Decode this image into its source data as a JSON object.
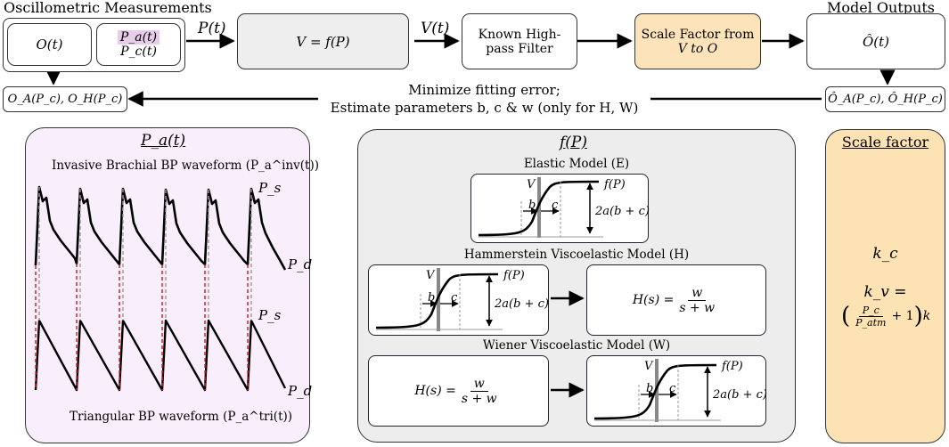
{
  "colors": {
    "scale_factor_fill": "#fde3ba",
    "fP_box_fill": "#eeeeee",
    "fP_panel_fill": "#ededed",
    "pa_panel_fill": "#f9eefb",
    "scale_panel_fill": "#fde2b3",
    "pa_highlight": "#e8cdea",
    "dashed_red": "#dd2222",
    "dashed_gray": "#999999"
  },
  "top": {
    "osc_title": "Oscillometric Measurements",
    "o_t": "O(t)",
    "pa_t": "P_a(t)",
    "pc_t": "P_c(t)",
    "arrow_pt": "P(t)",
    "v_fp": "V = f(P)",
    "arrow_vt": "V(t)",
    "filter_label": "Known High-pass Filter",
    "scale_line1": "Scale Factor from",
    "scale_line2": "V to O",
    "outputs_title": "Model Outputs",
    "o_hat": "Ô(t)",
    "oa_oh": "O_A(P_c), O_H(P_c)",
    "oa_oh_hat": "Ô_A(P_c), Ô_H(P_c)",
    "minimize_line1": "Minimize fitting error;",
    "minimize_line2": "Estimate parameters b, c & w (only for H, W)"
  },
  "pa_panel": {
    "title": "P_a(t)",
    "invasive_label": "Invasive Brachial BP waveform (P_a^inv(t))",
    "triangular_label": "Triangular BP waveform (P_a^tri(t))",
    "ps": "P_s",
    "pd": "P_d"
  },
  "fp_panel": {
    "title": "f(P)",
    "elastic": "Elastic Model (E)",
    "hammerstein": "Hammerstein Viscoelastic Model (H)",
    "wiener": "Wiener Viscoelastic Model (W)",
    "v": "V",
    "fp": "f(P)",
    "b": "b",
    "c": "c",
    "amp": "2a(b + c)",
    "hs": "H(s) =",
    "w": "w",
    "spw": "s + w"
  },
  "scale_panel": {
    "title": "Scale factor",
    "kc": "k_c",
    "kv": "k_v =",
    "pc": "P_c",
    "patm": "P_atm",
    "plus1": "+ 1",
    "k": "k"
  }
}
